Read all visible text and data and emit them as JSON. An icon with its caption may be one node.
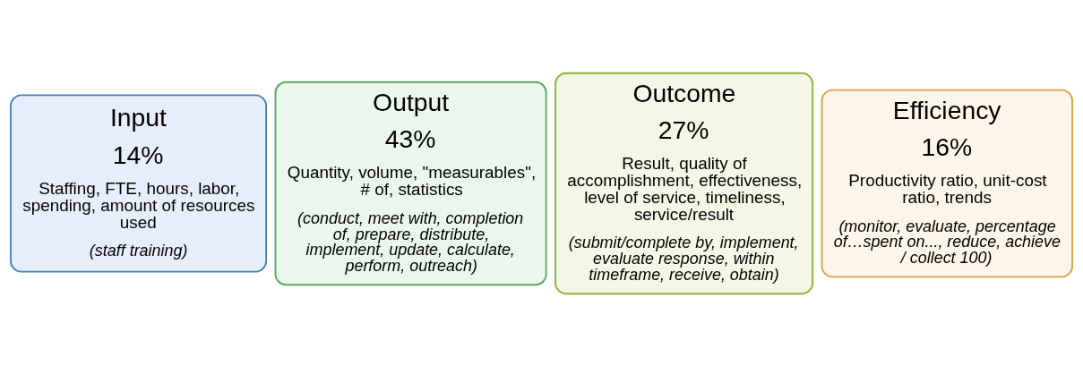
{
  "diagram": {
    "nodes": [
      {
        "text": [
          "Input",
          "14%",
          "Staffing, FTE, hours, labor, spending, amount of resources used",
          "(staff training)"
        ]
      },
      {
        "text": [
          "Output",
          "43%",
          "Quantity, volume, \"measurables\", # of, statistics",
          "(conduct, meet with, completion of, prepare, distribute, implement, update, calculate, perform, outreach)"
        ]
      },
      {
        "text": [
          "Outcome",
          "27%",
          "Result, quality of accomplishment, effectiveness, level of service, timeliness, service/result",
          "(submit/complete by, implement, evaluate response, within timeframe, receive, obtain)"
        ]
      },
      {
        "text": [
          "Efficiency",
          "16%",
          "Productivity ratio, unit-cost ratio, trends",
          "(monitor, evaluate, percentage of…spent on..., reduce, achieve / collect 100)"
        ]
      }
    ],
    "edges": []
  }
}
